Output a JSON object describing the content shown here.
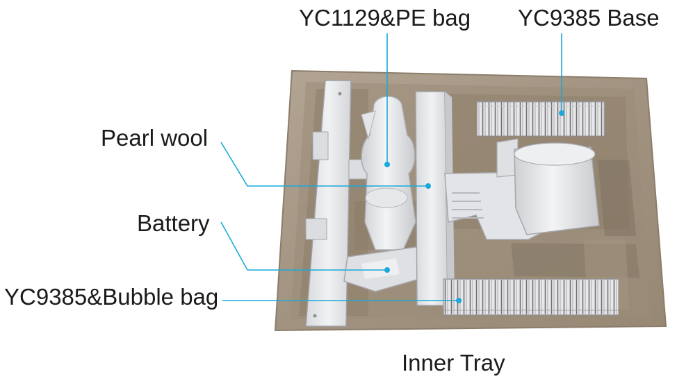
{
  "diagram": {
    "labels": {
      "pe_bag": "YC1129&PE bag",
      "base": "YC9385 Base",
      "pearl_wool": "Pearl wool",
      "battery": "Battery",
      "bubble_bag": "YC9385&Bubble bag",
      "tray": "Inner Tray"
    },
    "colors": {
      "leader_line": "#1aa9d8",
      "tray_pulp": "#a89a88",
      "tray_shadow": "#7d705f",
      "parts": "#e9eaec"
    }
  }
}
